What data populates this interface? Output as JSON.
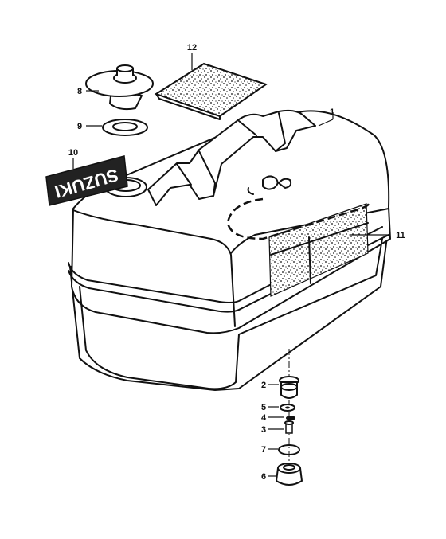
{
  "diagram": {
    "callouts": [
      {
        "id": "c1",
        "label": "1"
      },
      {
        "id": "c2",
        "label": "2"
      },
      {
        "id": "c3",
        "label": "3"
      },
      {
        "id": "c4",
        "label": "4"
      },
      {
        "id": "c5",
        "label": "5"
      },
      {
        "id": "c6",
        "label": "6"
      },
      {
        "id": "c7",
        "label": "7"
      },
      {
        "id": "c8",
        "label": "8"
      },
      {
        "id": "c9",
        "label": "9"
      },
      {
        "id": "c10",
        "label": "10"
      },
      {
        "id": "c11",
        "label": "11"
      },
      {
        "id": "c12",
        "label": "12"
      }
    ],
    "logo_text": "SUZUKI"
  }
}
